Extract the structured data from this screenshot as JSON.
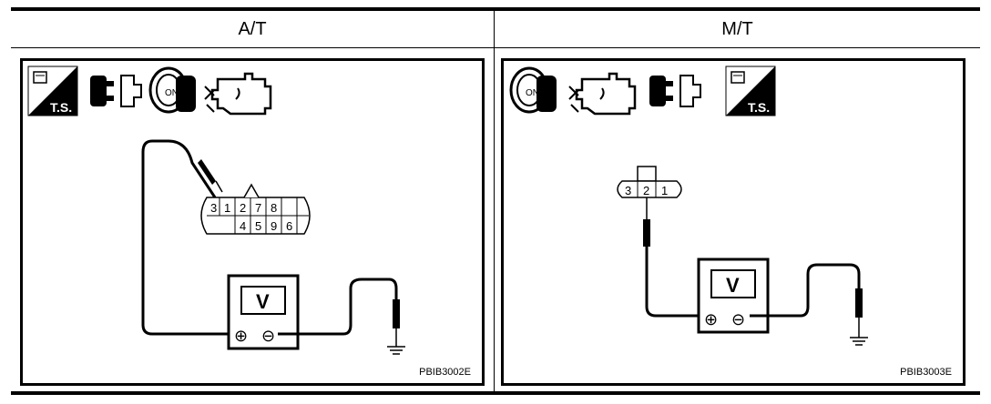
{
  "columns": {
    "left_header": "A/T",
    "right_header": "M/T"
  },
  "left_panel": {
    "figure_code": "PBIB3002E",
    "connector_top": [
      "3",
      "1",
      "2",
      "7",
      "8"
    ],
    "connector_bottom": [
      "4",
      "5",
      "9",
      "6"
    ],
    "meter_label": "V",
    "icons": [
      "ts-icon",
      "connector-disconnect-icon",
      "ignition-on-icon",
      "engine-icon"
    ]
  },
  "right_panel": {
    "figure_code": "PBIB3003E",
    "connector": [
      "3",
      "2",
      "1"
    ],
    "meter_label": "V",
    "icons": [
      "ignition-on-icon",
      "engine-icon",
      "connector-disconnect-icon",
      "ts-icon"
    ]
  },
  "icon_text": {
    "ts": "T.S.",
    "on": "ON"
  },
  "symbols": {
    "plus": "⊕",
    "minus": "⊖"
  }
}
